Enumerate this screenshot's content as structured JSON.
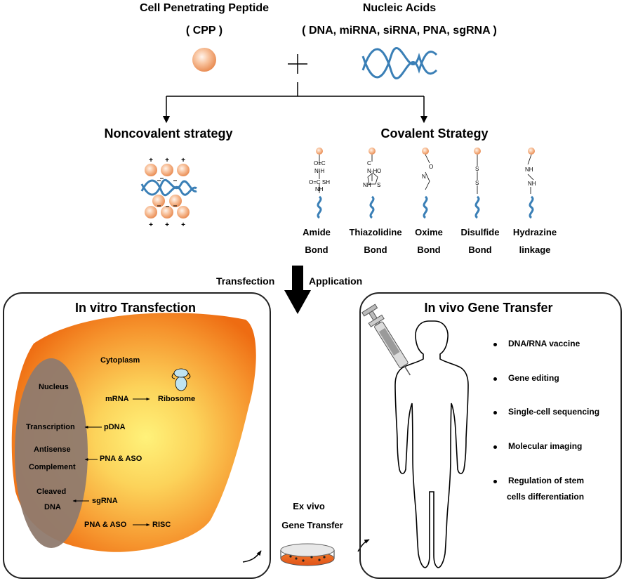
{
  "top": {
    "cpp_title": "Cell Penetrating Peptide",
    "cpp_abbr": "( CPP )",
    "na_title": "Nucleic Acids",
    "na_list": "( DNA, miRNA, siRNA, PNA, sgRNA )"
  },
  "strategies": {
    "noncovalent": "Noncovalent strategy",
    "covalent": "Covalent Strategy",
    "bonds": [
      {
        "line1": "Amide",
        "line2": "Bond"
      },
      {
        "line1": "Thiazolidine",
        "line2": "Bond"
      },
      {
        "line1": "Oxime",
        "line2": "Bond"
      },
      {
        "line1": "Disulfide",
        "line2": "Bond"
      },
      {
        "line1": "Hydrazine",
        "line2": "linkage"
      }
    ]
  },
  "middle": {
    "left_label": "Transfection",
    "right_label": "Application"
  },
  "in_vitro": {
    "title": "In vitro Transfection",
    "cytoplasm": "Cytoplasm",
    "nucleus": "Nucleus",
    "mrna": "mRNA",
    "ribosome": "Ribosome",
    "transcription": "Transcription",
    "pdna": "pDNA",
    "antisense_1": "Antisense",
    "antisense_2": "Complement",
    "pna_aso_1": "PNA & ASO",
    "cleaved_1": "Cleaved",
    "cleaved_2": "DNA",
    "sgrna": "sgRNA",
    "pna_aso_2": "PNA & ASO",
    "risc": "RISC"
  },
  "ex_vivo": {
    "line1": "Ex vivo",
    "line2": "Gene Transfer"
  },
  "in_vivo": {
    "title": "In vivo Gene Transfer",
    "items": [
      "DNA/RNA vaccine",
      "Gene editing",
      "Single-cell sequencing",
      "Molecular imaging",
      "Regulation of stem",
      "cells differentiation"
    ]
  },
  "colors": {
    "sphere": "#f3a57a",
    "helix": "#3a7fb6",
    "cell_outer": "#f07a1e",
    "cell_inner": "#fde36a",
    "nucleus": "#8f7a6e"
  }
}
